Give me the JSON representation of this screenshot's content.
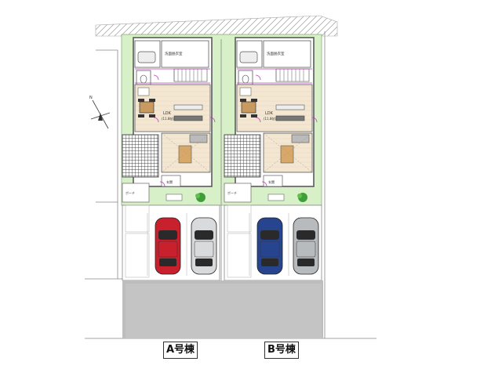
{
  "road": {
    "top_note": ""
  },
  "buildings": [
    {
      "id": "A",
      "label": "A号棟",
      "ldk_label": "LDK",
      "ldk_size": "(11.8帖)",
      "washroom_label": "洗面脱衣室",
      "entrance_label": "玄関",
      "porch_label": "ポーチ",
      "cars": [
        {
          "color": "#c8202c"
        },
        {
          "color": "#d8dadc"
        }
      ]
    },
    {
      "id": "B",
      "label": "B号棟",
      "ldk_label": "LDK",
      "ldk_size": "(11.8帖)",
      "washroom_label": "洗面脱衣室",
      "entrance_label": "玄関",
      "porch_label": "ポーチ",
      "cars": [
        {
          "color": "#27448f"
        },
        {
          "color": "#b8bbbe"
        }
      ]
    }
  ],
  "compass": {
    "north": "N"
  },
  "colors": {
    "lawn": "#d8f0c8",
    "floor_wood": "#f3e7d2",
    "wall": "#5a5a5a",
    "accent": "#b040b0",
    "ground": "#bdbdbd",
    "tile": "#444444",
    "tree": "#3f9e3a"
  }
}
